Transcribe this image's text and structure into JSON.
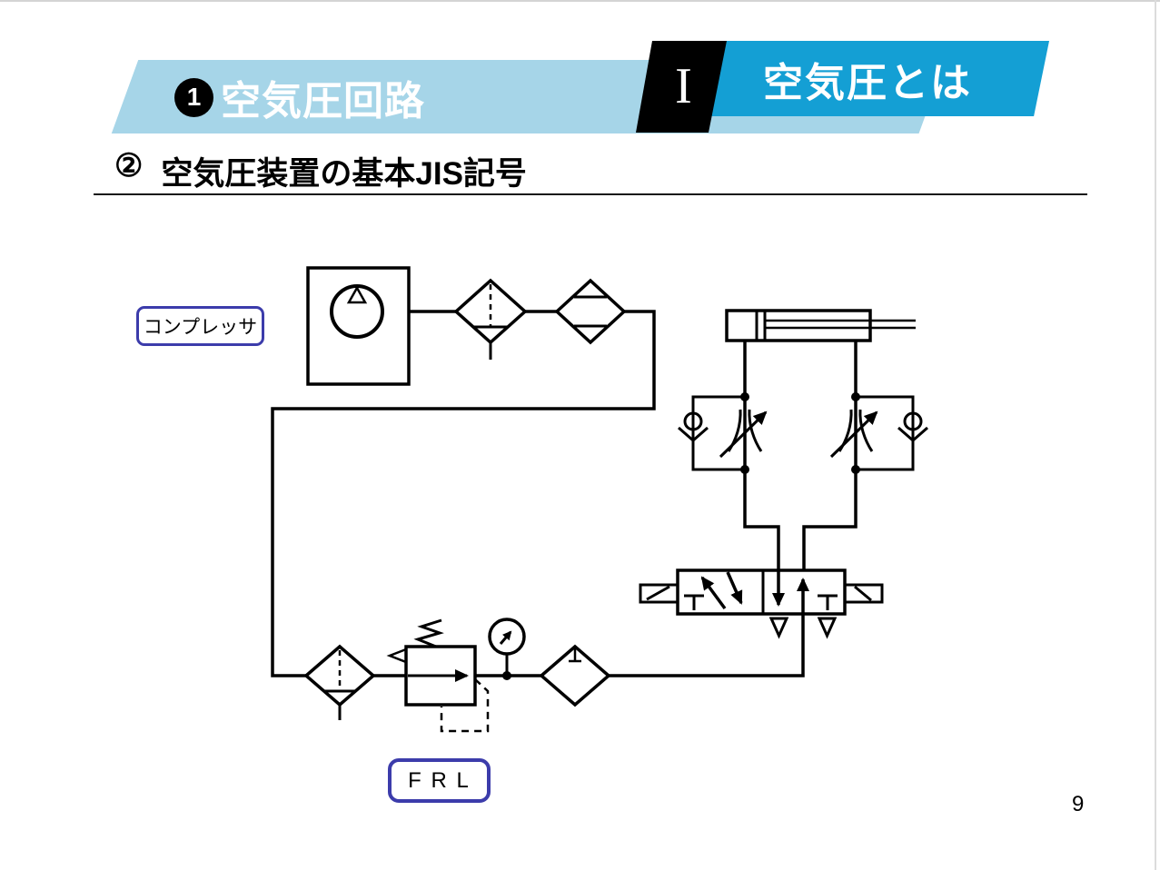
{
  "header": {
    "unit_number": "1",
    "unit_title": "空気圧回路",
    "chapter_numeral": "I",
    "chapter_title": "空気圧とは"
  },
  "section": {
    "number": "②",
    "title": "空気圧装置の基本JIS記号"
  },
  "diagram": {
    "compressor_label": "コンプレッサ",
    "frl_label": "F R L",
    "components": [
      "compressor",
      "air-filter-with-drain",
      "after-cooler-dryer",
      "air-filter",
      "pressure-regulator-with-relief",
      "pressure-gauge",
      "lubricator",
      "speed-controller-left",
      "speed-controller-right",
      "double-acting-cylinder",
      "5-port-2-position-solenoid-valve",
      "exhaust-ports"
    ]
  },
  "frame": {
    "page_number": "9"
  },
  "colors": {
    "banner_light_blue": "#a6d5e8",
    "banner_blue": "#149fd4",
    "banner_black": "#000000",
    "label_border": "#3c3cab",
    "diagram_line": "#000000"
  }
}
